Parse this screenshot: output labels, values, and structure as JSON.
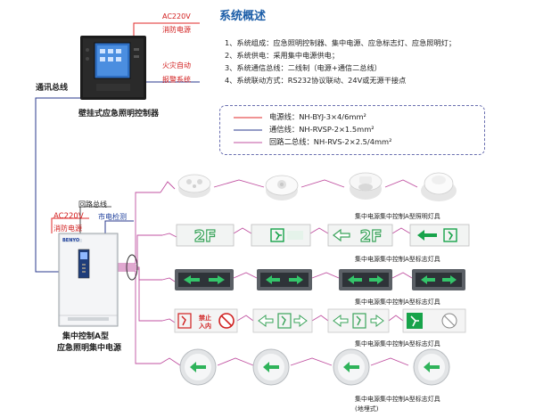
{
  "controller": {
    "ac_label": "AC220V",
    "fire_power_label": "消防电源",
    "fire_linkage_label": "火灾自动",
    "alarm_label": "报警系统",
    "name": "壁挂式应急照明控制器",
    "comm_bus_label": "通讯总线"
  },
  "overview": {
    "title": "系统概述",
    "items": [
      "1、系统组成：应急照明控制器、集中电源、应急标志灯、应急照明灯；",
      "2、系统供电：采用集中电源供电；",
      "3、系统通信总线：二线制（电源+通信二总线）",
      "4、系统联动方式：RS232协议联动、24V或无源干接点"
    ]
  },
  "legend": [
    {
      "label": "电源线：NH-BYJ-3×4/6mm²",
      "color": "#e02828"
    },
    {
      "label": "通信线：NH-RVSP-2×1.5mm²",
      "color": "#2a3a8e"
    },
    {
      "label": "回路二总线：NH-RVS-2×2.5/4mm²",
      "color": "#c050a0"
    }
  ],
  "power_supply": {
    "loop_bus_label": "回路总线",
    "ac_label": "AC220V",
    "fire_power_label": "消防电源",
    "mains_detect_label": "市电检测",
    "brand": "BENYO",
    "name_line1": "集中控制A型",
    "name_line2": "应急照明集中电源"
  },
  "rows": [
    {
      "caption": "集中电源集中控制A型照明灯具",
      "caption2": ""
    },
    {
      "caption": "集中电源集中控制A型标志灯具",
      "caption2": ""
    },
    {
      "caption": "集中电源集中控制A型标志灯具",
      "caption2": ""
    },
    {
      "caption": "集中电源集中控制A型标志灯具",
      "caption2": ""
    },
    {
      "caption": "集中电源集中控制A型标志灯具",
      "caption2": "(地埋式)"
    }
  ],
  "signs": {
    "floor_2f": "2F",
    "no_entry_line1": "禁止",
    "no_entry_line2": "入内"
  },
  "colors": {
    "power": "#e02828",
    "comm": "#2a3a8e",
    "loop": "#c050a0",
    "accent_title": "#1d5ea8",
    "sign_green": "#17a34a"
  }
}
